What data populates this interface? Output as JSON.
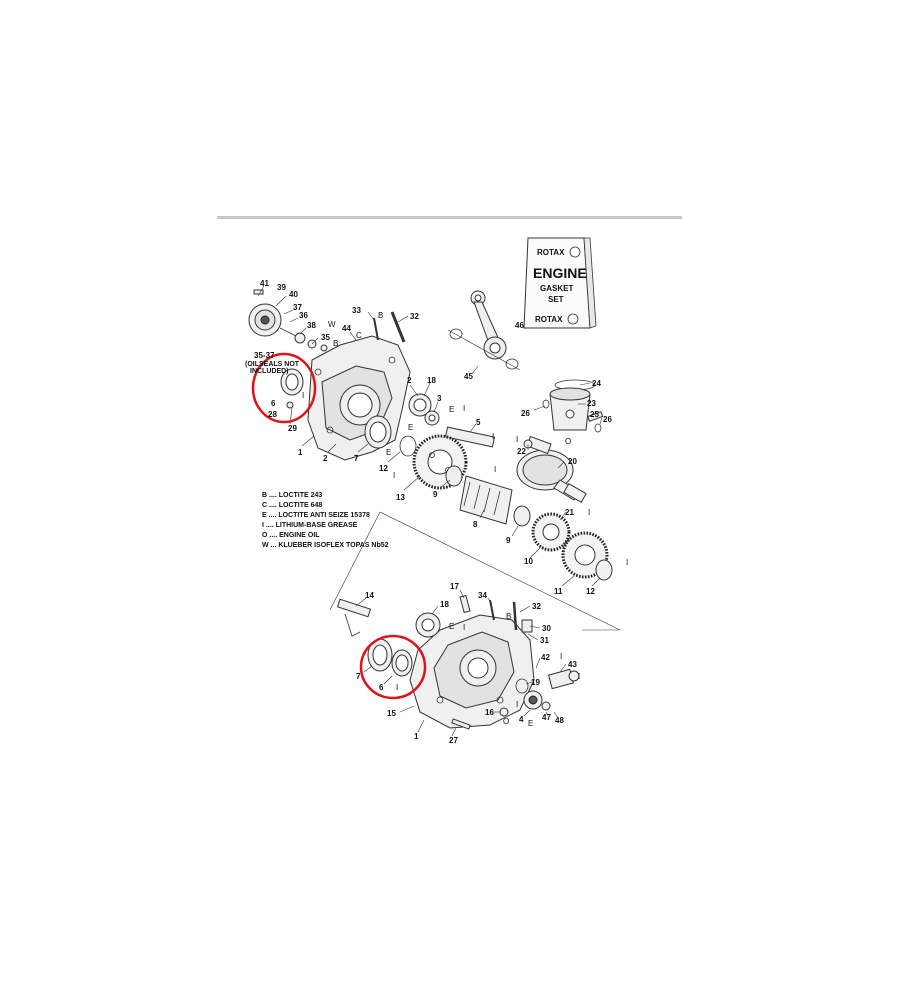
{
  "gasket_card": {
    "brand_top": "ROTAX",
    "title": "ENGINE",
    "subtitle_1": "GASKET",
    "subtitle_2": "SET",
    "brand_bottom": "ROTAX"
  },
  "oil_seal_note": {
    "range": "35-37",
    "line1": "(OILSEALS NOT",
    "line2": "INCLUDED)"
  },
  "legend": [
    "B .... LOCTITE 243",
    "C .... LOCTITE 648",
    "E .... LOCTITE ANTI SEIZE 15378",
    "I .... LITHIUM-BASE GREASE",
    "O .... ENGINE OIL",
    "W ... KLUEBER ISOFLEX TOPAS Nb52"
  ],
  "callouts": {
    "c41": "41",
    "c39": "39",
    "c40": "40",
    "c37": "37",
    "c36": "36",
    "c38": "38",
    "c35": "35",
    "c6a": "6",
    "c28": "28",
    "c29": "29",
    "c1a": "1",
    "c2a": "2",
    "c7a": "7",
    "c12a": "12",
    "c13": "13",
    "c33": "33",
    "c32a": "32",
    "c44": "44",
    "c2b": "2",
    "c18a": "18",
    "c3": "3",
    "c5": "5",
    "c9a": "9",
    "c8": "8",
    "c9b": "9",
    "c45": "45",
    "c46": "46",
    "c24": "24",
    "c26a": "26",
    "c23": "23",
    "c25": "25",
    "c26b": "26",
    "c22": "22",
    "c20": "20",
    "c21": "21",
    "c10": "10",
    "c11": "11",
    "c12b": "12",
    "c14": "14",
    "c18b": "18",
    "c17": "17",
    "c34": "34",
    "c32b": "32",
    "c30": "30",
    "c31": "31",
    "c42": "42",
    "c43": "43",
    "c19": "19",
    "c16": "16",
    "c4": "4",
    "c47": "47",
    "c48": "48",
    "c7b": "7",
    "c6b": "6",
    "c15": "15",
    "c1b": "1",
    "c27": "27"
  },
  "symbols": {
    "W": "W",
    "B": "B",
    "C": "C",
    "E": "E",
    "I": "I",
    "O": "O"
  },
  "colors": {
    "highlight_circle": "#e0121b",
    "line": "#333333",
    "part_fill": "#f0f0f0"
  }
}
